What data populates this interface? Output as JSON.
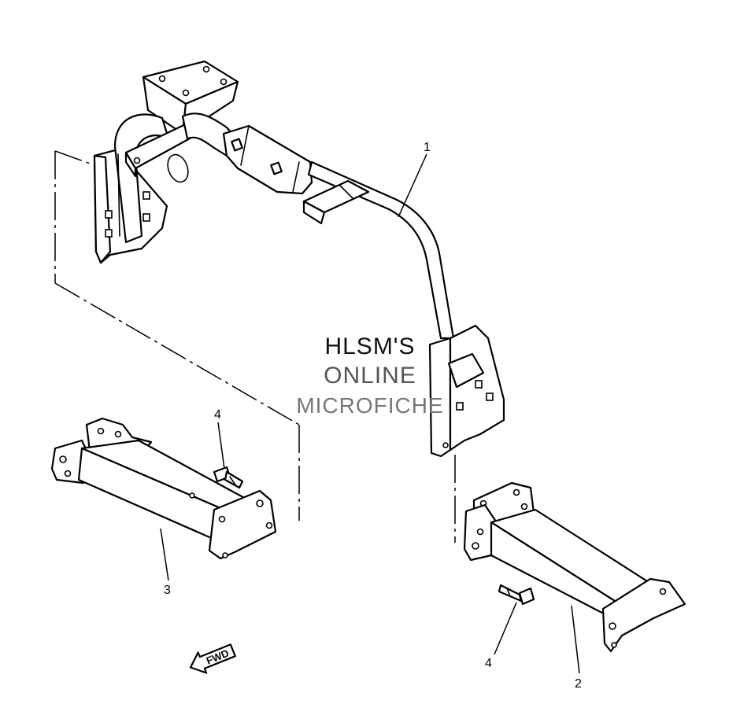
{
  "callouts": {
    "c1": "1",
    "c2": "2",
    "c3": "3",
    "c4a": "4",
    "c4b": "4"
  },
  "fwd_label": "FWD",
  "watermark": {
    "line1": "HLSM'S",
    "line2": "ONLINE",
    "line3": "MICROFICHE"
  }
}
